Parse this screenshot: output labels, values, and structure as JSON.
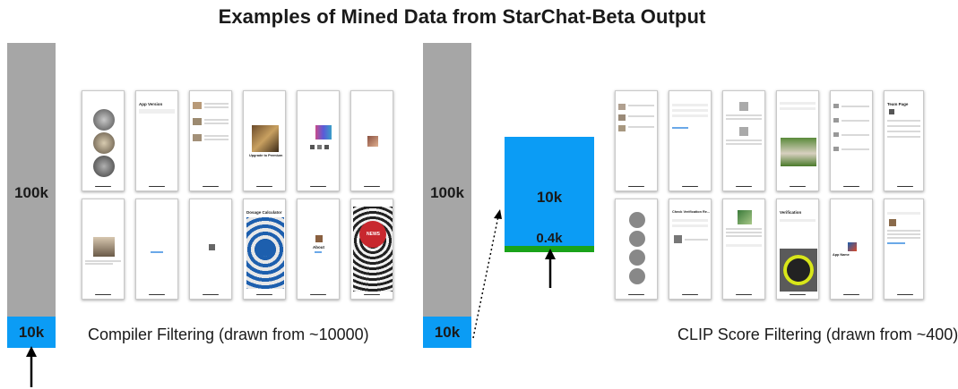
{
  "title": "Examples of Mined Data from StarChat-Beta Output",
  "left_panel": {
    "bar_top_label": "100k",
    "bar_bottom_label": "10k",
    "caption": "Compiler Filtering (drawn from ~10000)",
    "screen_texts": {
      "app_version": "App Version",
      "upgrade": "Upgrade to Premium",
      "dosage": "Dosage Calculator",
      "news": "NEWS",
      "about": "About"
    }
  },
  "right_panel": {
    "bar_top_label": "100k",
    "bar_bottom_label": "10k",
    "zoom_top_label": "10k",
    "zoom_bottom_label": "0.4k",
    "caption": "CLIP Score Filtering (drawn from ~400)",
    "screen_texts": {
      "team_page": "Team Page",
      "check_verification": "Check Verification Re...",
      "verification": "Verification",
      "app_name": "App Name"
    }
  },
  "colors": {
    "gray_bar": "#a6a6a6",
    "blue_bar": "#0b9cf5",
    "green_strip": "#1aa31a",
    "arrow": "#000000"
  }
}
